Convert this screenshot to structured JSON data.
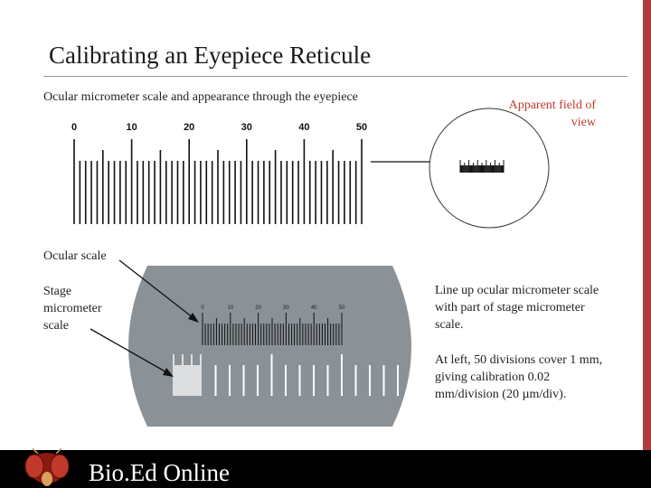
{
  "slide": {
    "title": "Calibrating an Eyepiece Reticule",
    "micrometer_caption": "Ocular micrometer scale and appearance through the eyepiece",
    "apparent_field_label": "Apparent field of view",
    "ocular_scale_label": "Ocular scale",
    "stage_scale_label": "Stage micrometer scale",
    "note_lineup": "Line up ocular micrometer scale with part of stage micrometer scale.",
    "note_calibration": "At left, 50 divisions cover 1 mm, giving calibration 0.02 mm/division (20 µm/div).",
    "scale_numbers": [
      "0",
      "10",
      "20",
      "30",
      "40",
      "50"
    ]
  },
  "footer": {
    "brand": "Bio.Ed Online",
    "logo_icon": "fly-head-icon"
  },
  "colors": {
    "accent_bar": "#b33a3a",
    "apparent_label": "#c0392b",
    "eyepiece_field": "#8a9298",
    "footer": "#000000"
  }
}
